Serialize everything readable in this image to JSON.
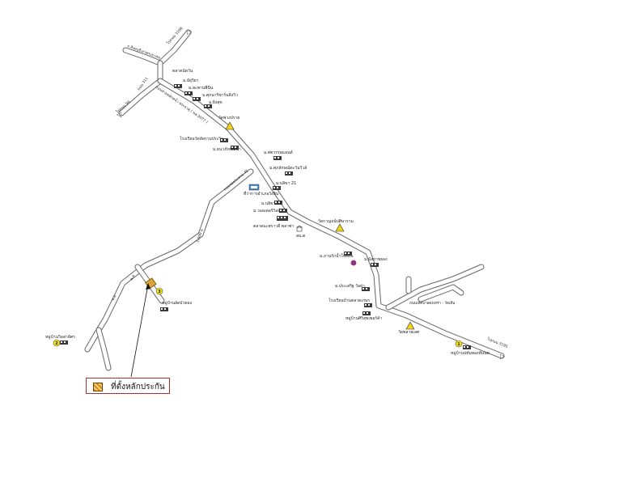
{
  "legend": {
    "label": "ที่ตั้งหลักประกัน"
  },
  "colors": {
    "road_edge": "#666666",
    "legend_border": "#b03030",
    "pin": "#f2e21a"
  },
  "roads": {
    "r_top_left": "ถ.สิงหบุรีเลาพระยาทน",
    "r_top_right": "ไปถนน 3196",
    "r_junction_a": "ถนน 311",
    "r_left_arrow": "ไปถนน 96",
    "r_main_diag": "ถนนสายหลักหน้า พระธาตุ ( ทล.3077 )",
    "r_mid_diag": "ถนนชลประทาน 45",
    "r_branch": "1,000 ม.",
    "r_small": "ซ.ต",
    "r_side": "ซ.ต",
    "r_right_arrow": "ไปถนน 3195",
    "r_right_conn": "ถนนเทศบาลดงเหรา - วัดเสิน"
  },
  "places": {
    "p1": "ตลาดนัดวัน",
    "p2": "ม.มัยุริยา",
    "p3": "ม.สะพานพีนีน",
    "p4": "ม.ศุภนาริชาร์นดิงวิว",
    "p5": "ม.ยิ่งสุข",
    "p6": "วัดพ่วงปราย",
    "p7": "โรงเรียนวัดทัสรามประวิว",
    "p8": "ม.ธนาภัทพัฒนา",
    "p9": "ม.ศตวรรษแลนด์",
    "p10": "ม.ศุภลักษณ์ตะวันวิวล์",
    "p11": "ม.บลิขา 21",
    "p12": "ที่ว่าการอำเภอวังหิน",
    "p13": "ม.บลิขา 11",
    "p14": "ม.วอลเตอร์วิลล์",
    "p15": "ตลาดมะพราวดี พลาซ่า",
    "p16": "สน.ต",
    "p17": "วัดกาญจน์ปศิษาราม",
    "p18": "ม.ภานรักน้ำใจตอน",
    "p19": "ม.มัลราชธอง",
    "p20": "ม.ประเสริฐ วัลย่า",
    "p21": "โรงเรียนบ้านตลาดเกษร",
    "p22": "หมู่บ้านศิริสุขเซอร์ค้า",
    "p23": "วัดพลายเลศ",
    "p24": "หมู่บ้านลัดบัวทอง",
    "p25": "หมู่บ้านวิลล่าห์ศร",
    "p26": "หมู่บ้านปทัมทองทันนต"
  },
  "pins": {
    "n1": "1",
    "n2": "2",
    "n3": "3"
  }
}
